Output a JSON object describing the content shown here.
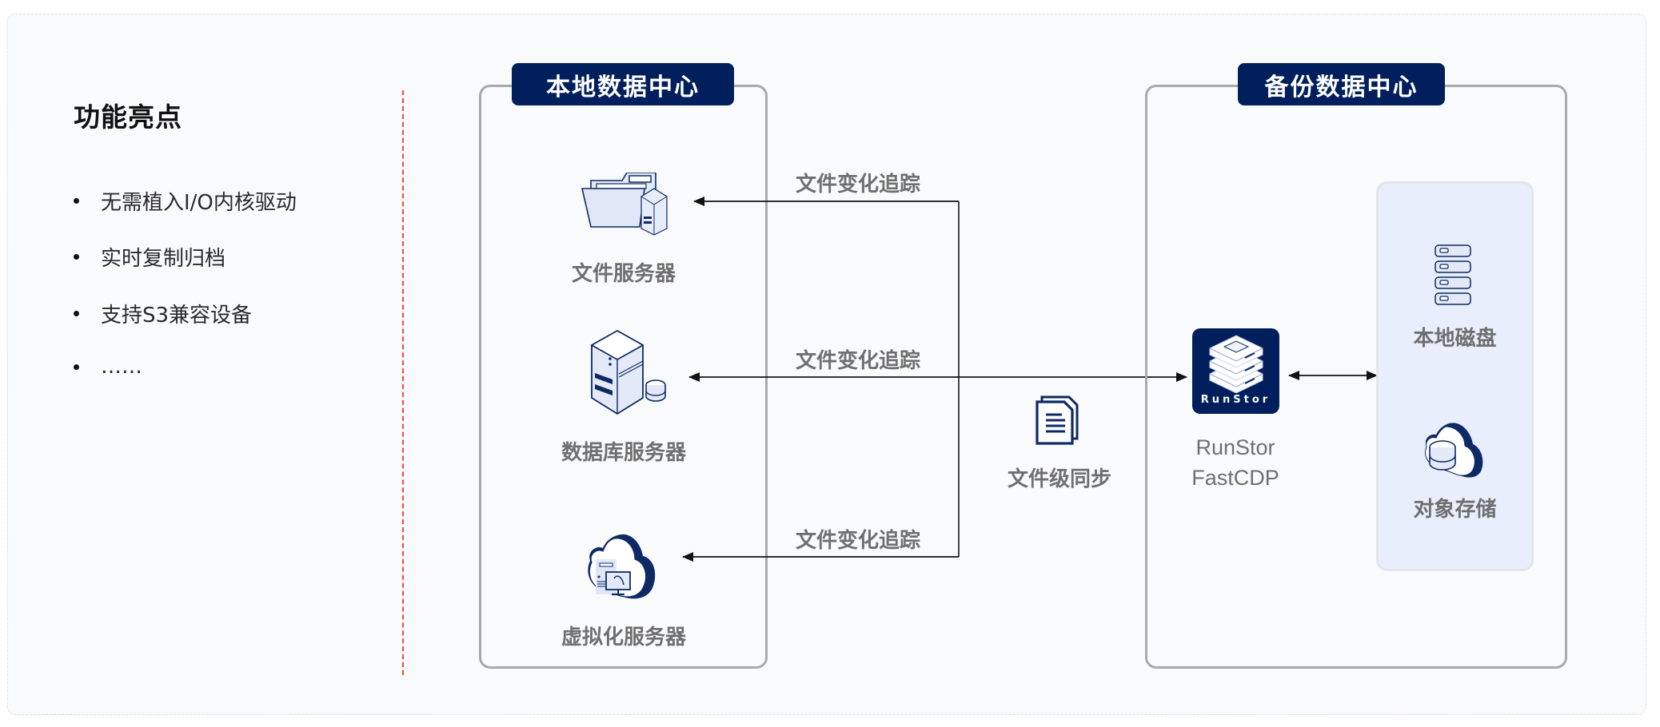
{
  "features": {
    "title": "功能亮点",
    "items": [
      "无需植入I/O内核驱动",
      "实时复制归档",
      "支持S3兼容设备",
      "……"
    ]
  },
  "local_dc": {
    "title": "本地数据中心",
    "nodes": [
      {
        "label": "文件服务器",
        "icon": "file-server-icon"
      },
      {
        "label": "数据库服务器",
        "icon": "database-server-icon"
      },
      {
        "label": "虚拟化服务器",
        "icon": "virtualization-server-icon"
      }
    ]
  },
  "edges": {
    "change_tracking": [
      "文件变化追踪",
      "文件变化追踪",
      "文件变化追踪"
    ],
    "sync_label": "文件级同步",
    "sync_icon": "documents-icon"
  },
  "backup_dc": {
    "title": "备份数据中心",
    "product": {
      "logo_text": "RunStor",
      "name_line1": "RunStor",
      "name_line2": "FastCDP"
    },
    "storage": [
      {
        "label": "本地磁盘",
        "icon": "disk-stack-icon"
      },
      {
        "label": "对象存储",
        "icon": "cloud-storage-icon"
      }
    ]
  },
  "colors": {
    "navy": "#001f5c",
    "divider": "#f04a23",
    "box_border": "#a9a9a9",
    "storage_bg": "#e8eefc",
    "label_gray": "#6f6f6f"
  }
}
